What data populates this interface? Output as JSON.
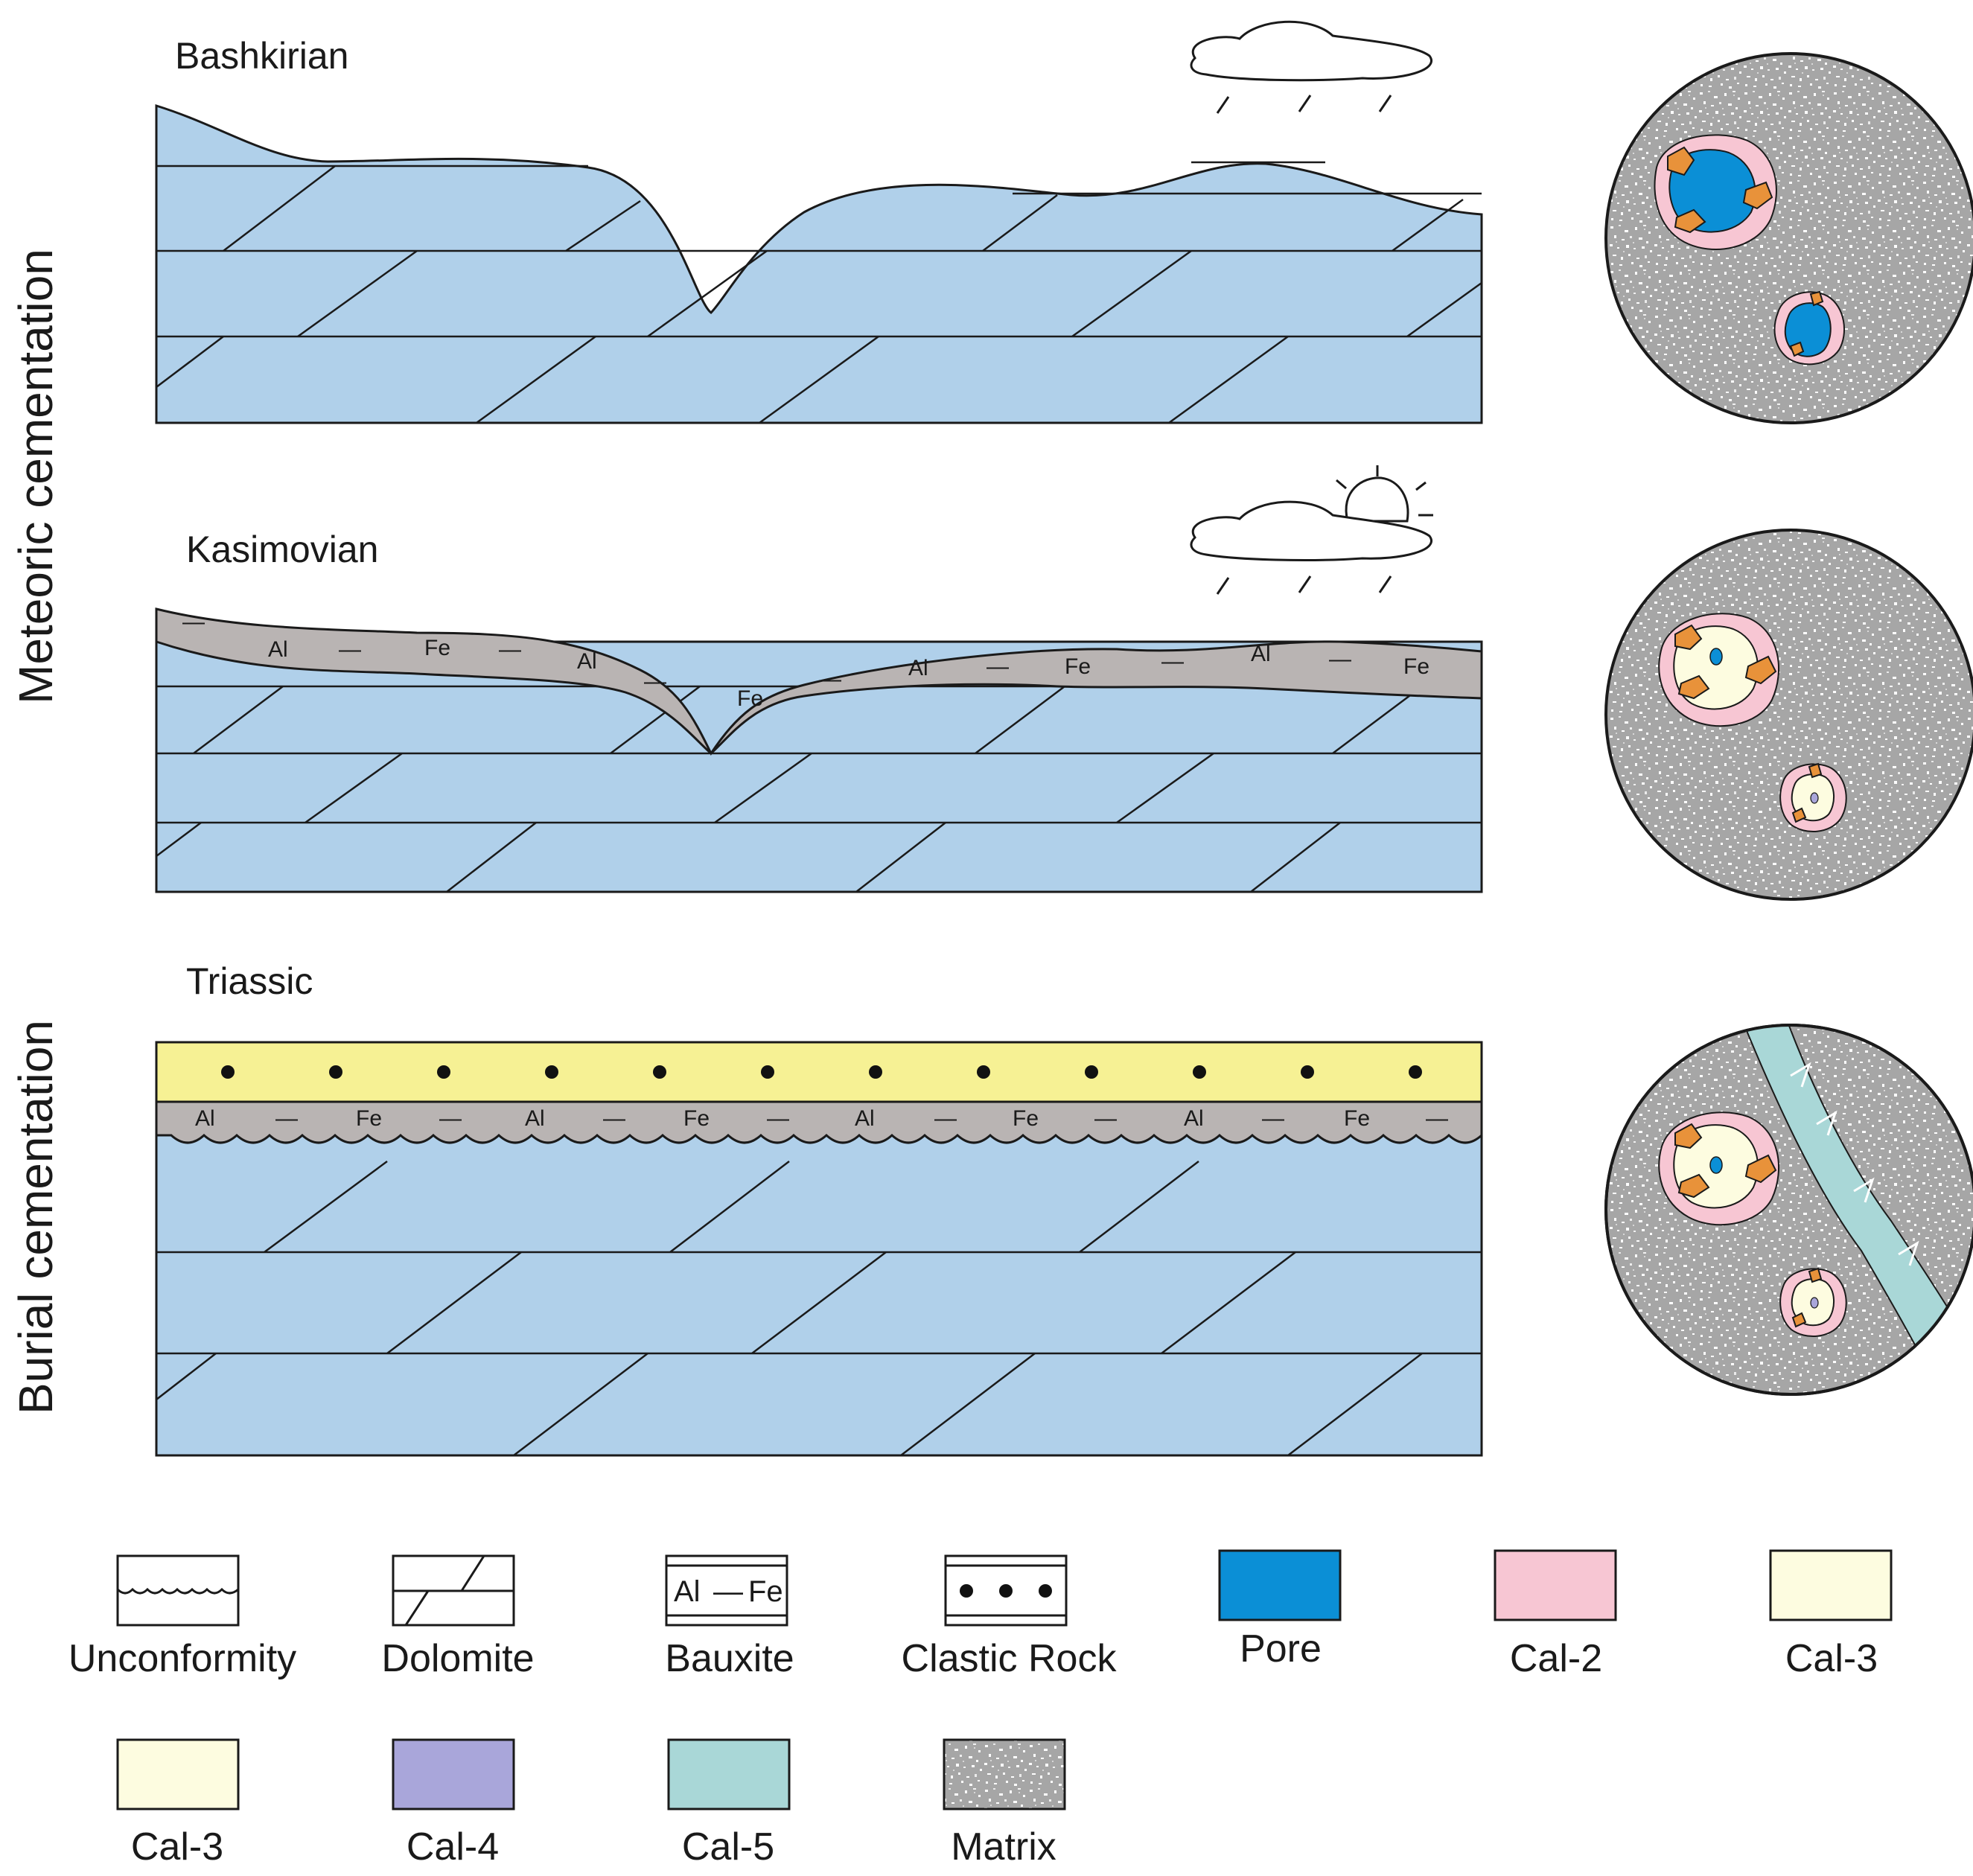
{
  "side_labels": {
    "meteoric": "Meteoric cementation",
    "burial": "Burial cementation"
  },
  "panels": {
    "bashkirian": {
      "title": "Bashkirian",
      "weather": "rain-cloud-icon"
    },
    "kasimovian": {
      "title": "Kasimovian",
      "weather": "sun-cloud-rain-icon"
    },
    "triassic": {
      "title": "Triassic"
    }
  },
  "elements": {
    "al": "Al",
    "fe": "Fe",
    "dash": "—"
  },
  "legend": {
    "unconformity": "Unconformity",
    "dolomite": "Dolomite",
    "bauxite": "Bauxite",
    "bauxite_symbol_al": "Al",
    "bauxite_symbol_dash": "—",
    "bauxite_symbol_fe": "Fe",
    "clastic": "Clastic Rock",
    "pore": "Pore",
    "cal2": "Cal-2",
    "cal3": "Cal-3",
    "cal3b": "Cal-3",
    "cal4": "Cal-4",
    "cal5": "Cal-5",
    "matrix": "Matrix"
  },
  "colors": {
    "dolomite": "#b0d0ea",
    "bauxite": "#b9b4b3",
    "clastic": "#f6f194",
    "pore": "#0b8fd6",
    "cal2": "#f7c6d3",
    "cal3": "#fdfce0",
    "cal4": "#a9a6da",
    "cal5": "#a9d7d7",
    "matrix": "#a6a6a6",
    "crystal": "#e8923a"
  }
}
